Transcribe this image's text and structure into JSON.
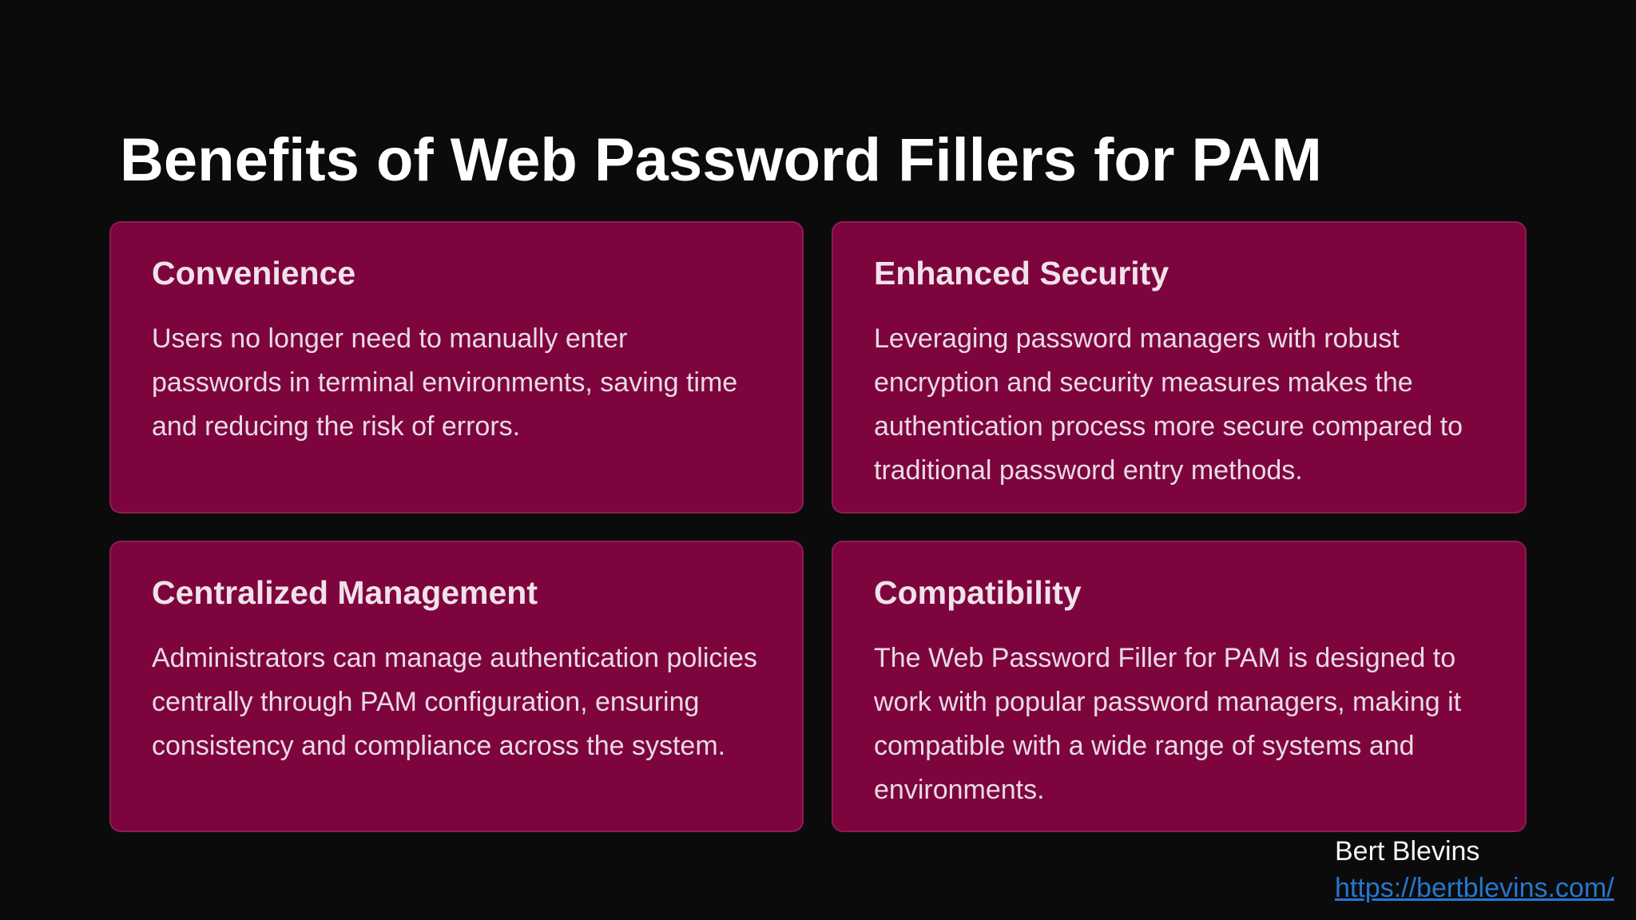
{
  "page": {
    "title": "Benefits of Web Password Fillers for PAM"
  },
  "cards": [
    {
      "heading": "Convenience",
      "body": "Users no longer need to manually enter passwords in terminal environments, saving time and reducing the risk of errors."
    },
    {
      "heading": "Enhanced Security",
      "body": "Leveraging password managers with robust encryption and security measures makes the authentication process more secure compared to traditional password entry methods."
    },
    {
      "heading": "Centralized Management",
      "body": "Administrators can manage authentication policies centrally through PAM configuration, ensuring consistency and compliance across the system."
    },
    {
      "heading": "Compatibility",
      "body": "The Web Password Filler for PAM is designed to work with popular password managers, making it compatible with a wide range of systems and environments."
    }
  ],
  "footer": {
    "name": "Bert Blevins",
    "link_text": "https://bertblevins.com/"
  },
  "colors": {
    "background": "#0b0b0b",
    "card_background": "#7e043e",
    "title_text": "#ffffff",
    "card_heading_text": "#f0e2ea",
    "card_body_text": "#e8dbe3",
    "link": "#2577cd"
  }
}
